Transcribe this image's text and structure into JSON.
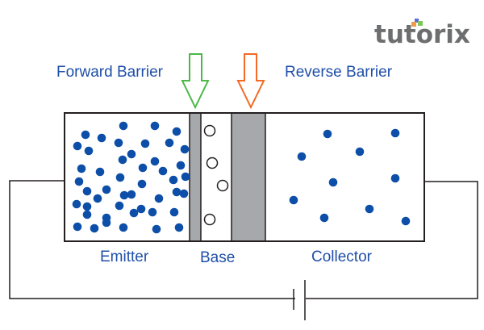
{
  "logo": {
    "text": "tutorix",
    "dot_colors": [
      "#5b6fd6",
      "#f39a4a",
      "#7cc95b"
    ]
  },
  "labels": {
    "forward_barrier": "Forward Barrier",
    "reverse_barrier": "Reverse Barrier",
    "emitter": "Emitter",
    "base": "Base",
    "collector": "Collector"
  },
  "colors": {
    "label_text": "#1f4fa8",
    "electron": "#0d4fa8",
    "barrier_fill": "#a7a8ab",
    "forward_arrow": "#4cb848",
    "reverse_arrow": "#f26a24",
    "wire": "#231f20"
  },
  "regions": {
    "emitter": {
      "electron_count": 47
    },
    "base": {
      "hole_count": 4
    },
    "collector": {
      "electron_count": 10
    }
  }
}
